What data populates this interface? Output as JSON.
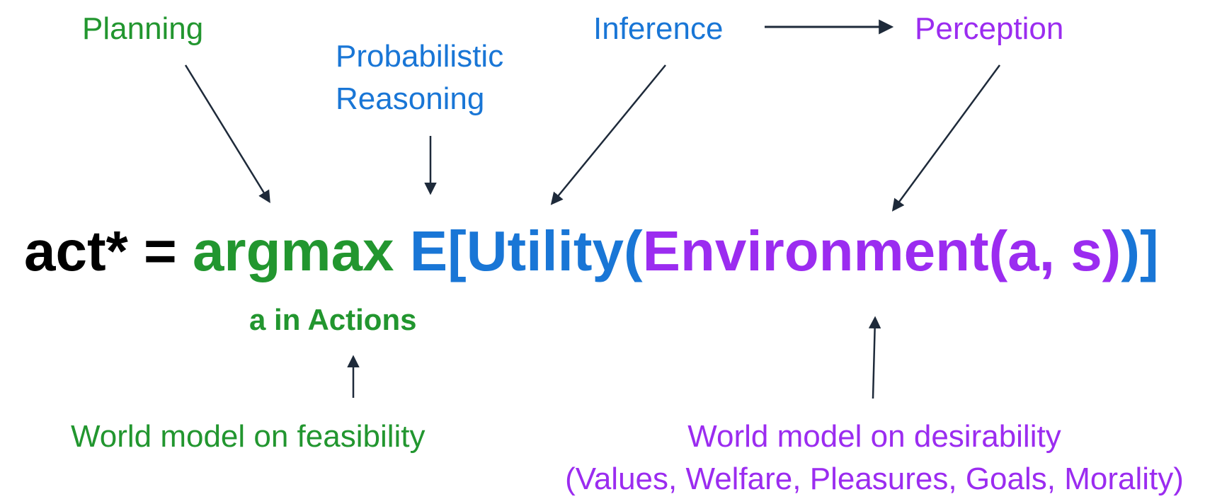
{
  "labels": {
    "planning": "Planning",
    "probabilistic_line1": "Probabilistic",
    "probabilistic_line2": "Reasoning",
    "inference": "Inference",
    "perception": "Perception",
    "feasibility": "World model on feasibility",
    "desirability_line1": "World model on desirability",
    "desirability_line2": "(Values, Welfare, Pleasures, Goals, Morality)"
  },
  "equation": {
    "lhs": "act* = ",
    "argmax": "argmax ",
    "expect_open": "E[",
    "utility": "Utility",
    "paren_open": "(",
    "environment": "Environment(a, s)",
    "paren_close": ")",
    "expect_close": "]",
    "subscript": "a in Actions"
  },
  "colors": {
    "green": "#22962f",
    "blue": "#1976d6",
    "purple": "#9b2cf0",
    "black": "#000000",
    "arrow": "#1e2a3a"
  }
}
